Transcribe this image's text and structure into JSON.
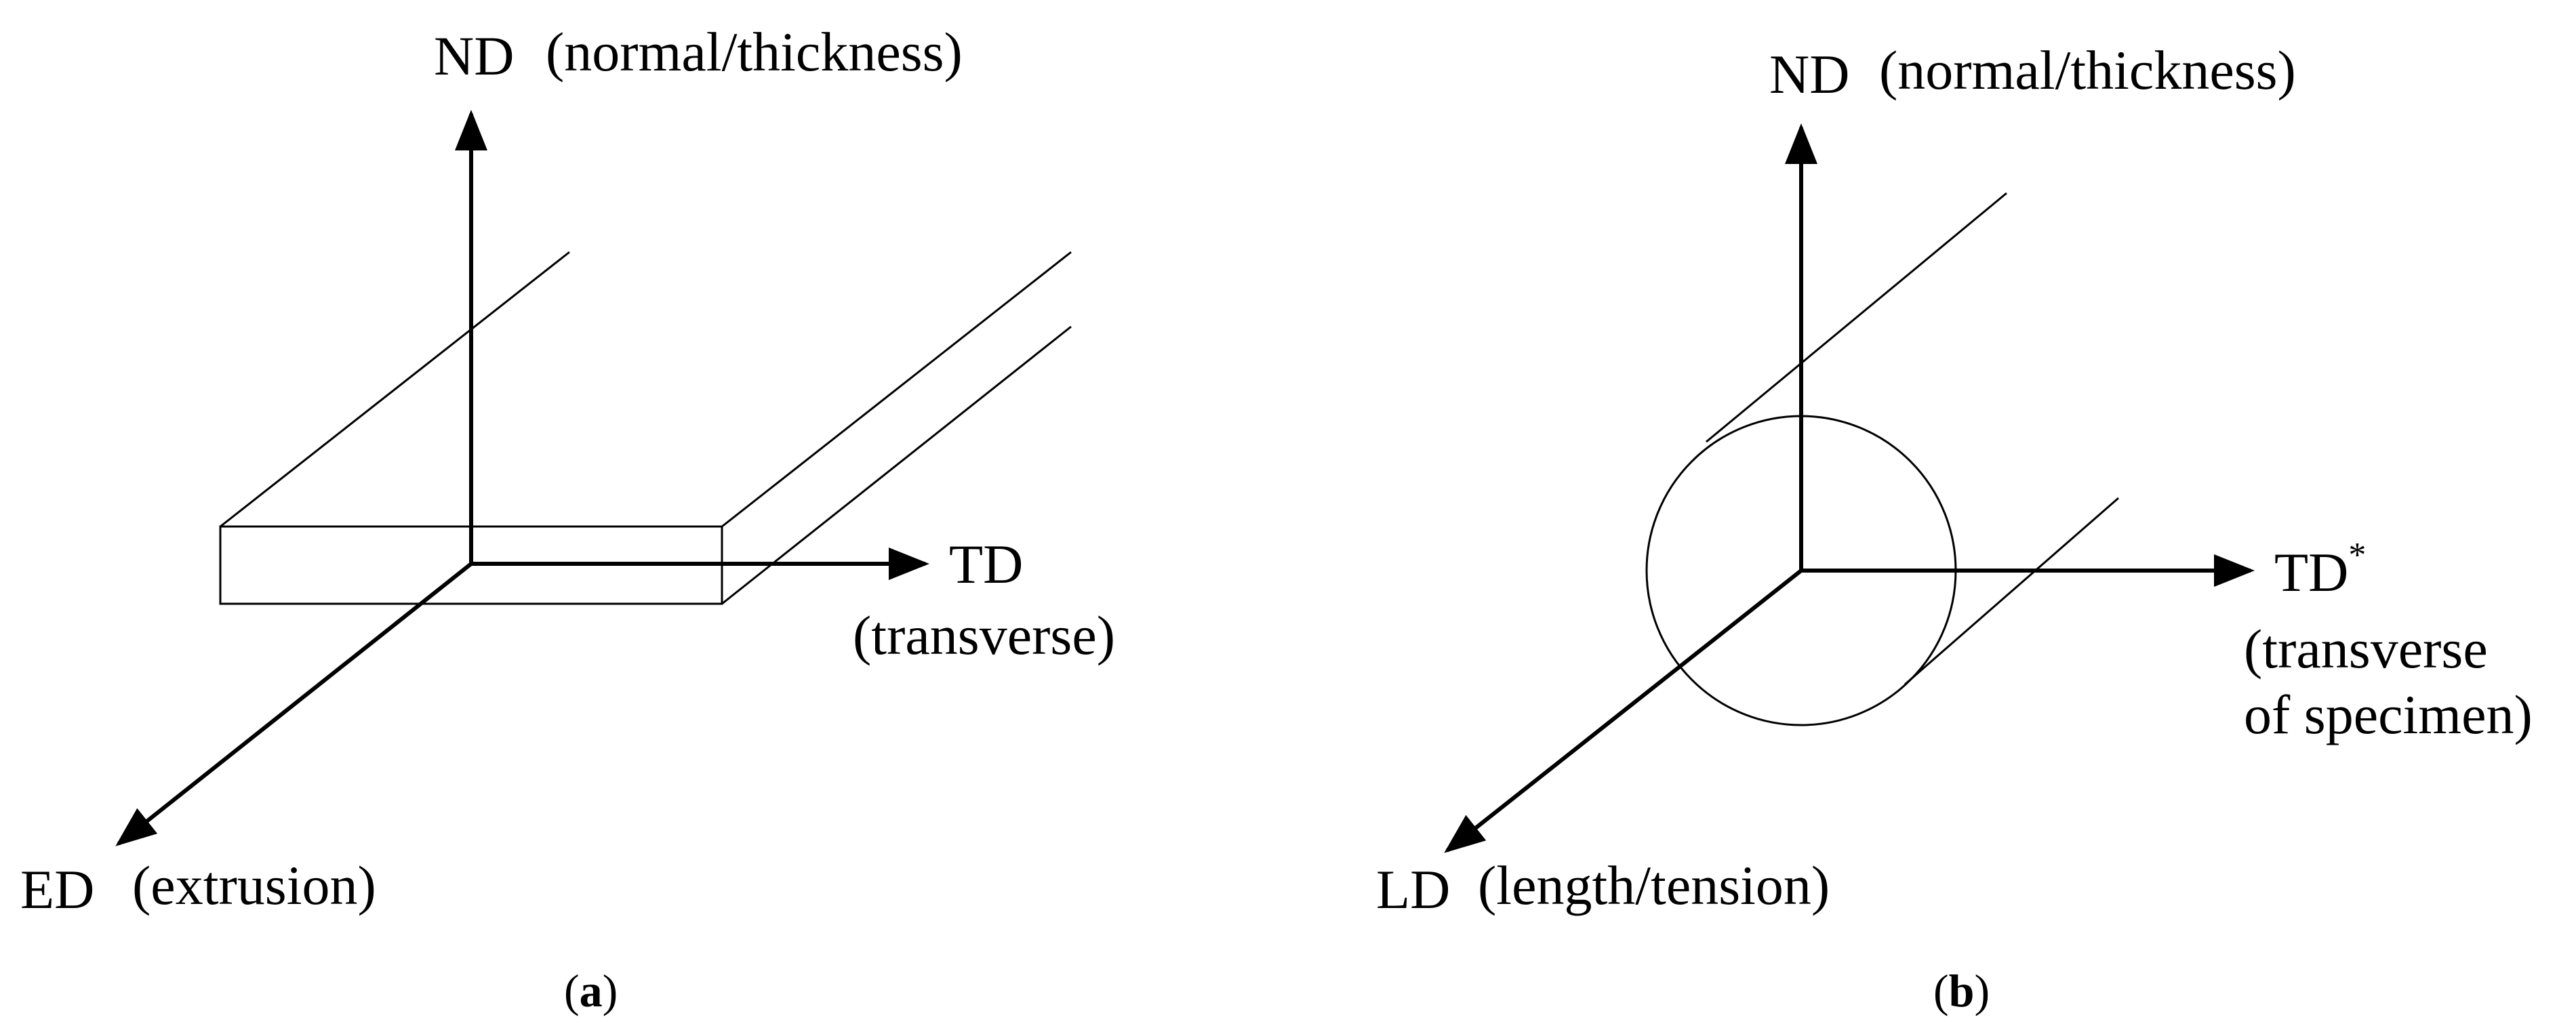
{
  "panel_a": {
    "nd_label": "ND",
    "nd_desc": "(normal/thickness)",
    "td_label": "TD",
    "td_desc": "(transverse)",
    "ed_label": "ED",
    "ed_desc": "(extrusion)",
    "caption_open": "(",
    "caption_letter": "a",
    "caption_close": ")"
  },
  "panel_b": {
    "nd_label": "ND",
    "nd_desc": "(normal/thickness)",
    "td_label": "TD",
    "td_superscript": "*",
    "td_desc_line1": "(transverse",
    "td_desc_line2": "of specimen)",
    "ld_label": "LD",
    "ld_desc": "(length/tension)",
    "caption_open": "(",
    "caption_letter": "b",
    "caption_close": ")"
  }
}
